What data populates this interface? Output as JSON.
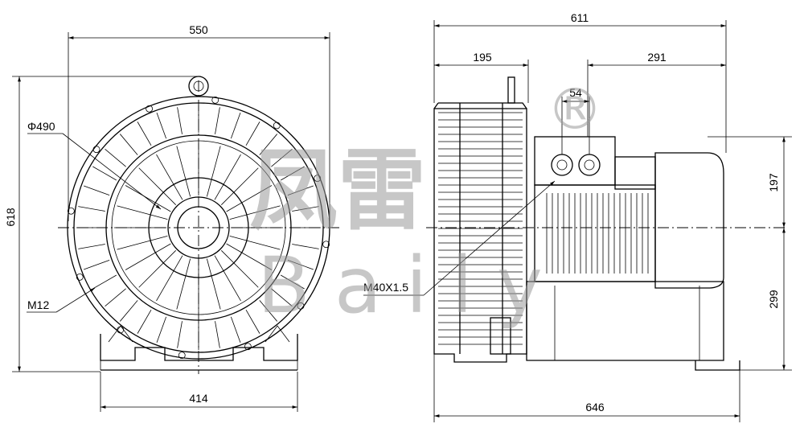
{
  "dimensions": {
    "front_width": "550",
    "front_height": "618",
    "impeller_diameter": "Φ490",
    "mount_thread": "M12",
    "base_width": "414",
    "side_total_width": "611",
    "side_front_width": "195",
    "side_rear_width": "291",
    "port_spacing": "54",
    "port_thread": "M40X1.5",
    "upper_height": "197",
    "lower_height": "299",
    "overall_length": "646"
  },
  "watermark": {
    "chinese": "凤雷",
    "registered": "®",
    "latin": "Baily"
  },
  "colors": {
    "line": "#000000",
    "watermark": "#9a9a9a",
    "background": "#ffffff"
  }
}
